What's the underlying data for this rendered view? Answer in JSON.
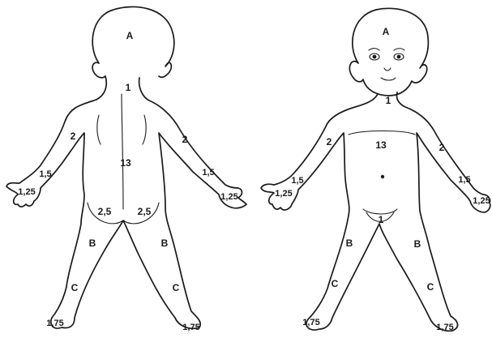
{
  "figures": {
    "back": {
      "head": "A",
      "neck": "1",
      "upper_arm_left": "2",
      "upper_arm_right": "2",
      "trunk": "13",
      "forearm_left": "1,5",
      "forearm_right": "1,5",
      "hand_left": "1,25",
      "hand_right": "1,25",
      "buttock_left": "2,5",
      "buttock_right": "2,5",
      "thigh_left": "B",
      "thigh_right": "B",
      "leg_left": "C",
      "leg_right": "C",
      "foot_left": "1,75",
      "foot_right": "1,75"
    },
    "front": {
      "head": "A",
      "neck": "1",
      "upper_arm_left": "2",
      "upper_arm_right": "2",
      "trunk": "13",
      "forearm_left": "1,5",
      "forearm_right": "1,5",
      "hand_left": "1,25",
      "hand_right": "1,25",
      "genitals": "1",
      "thigh_left": "B",
      "thigh_right": "B",
      "leg_left": "C",
      "leg_right": "C",
      "foot_left": "1,75",
      "foot_right": "1,75"
    }
  }
}
